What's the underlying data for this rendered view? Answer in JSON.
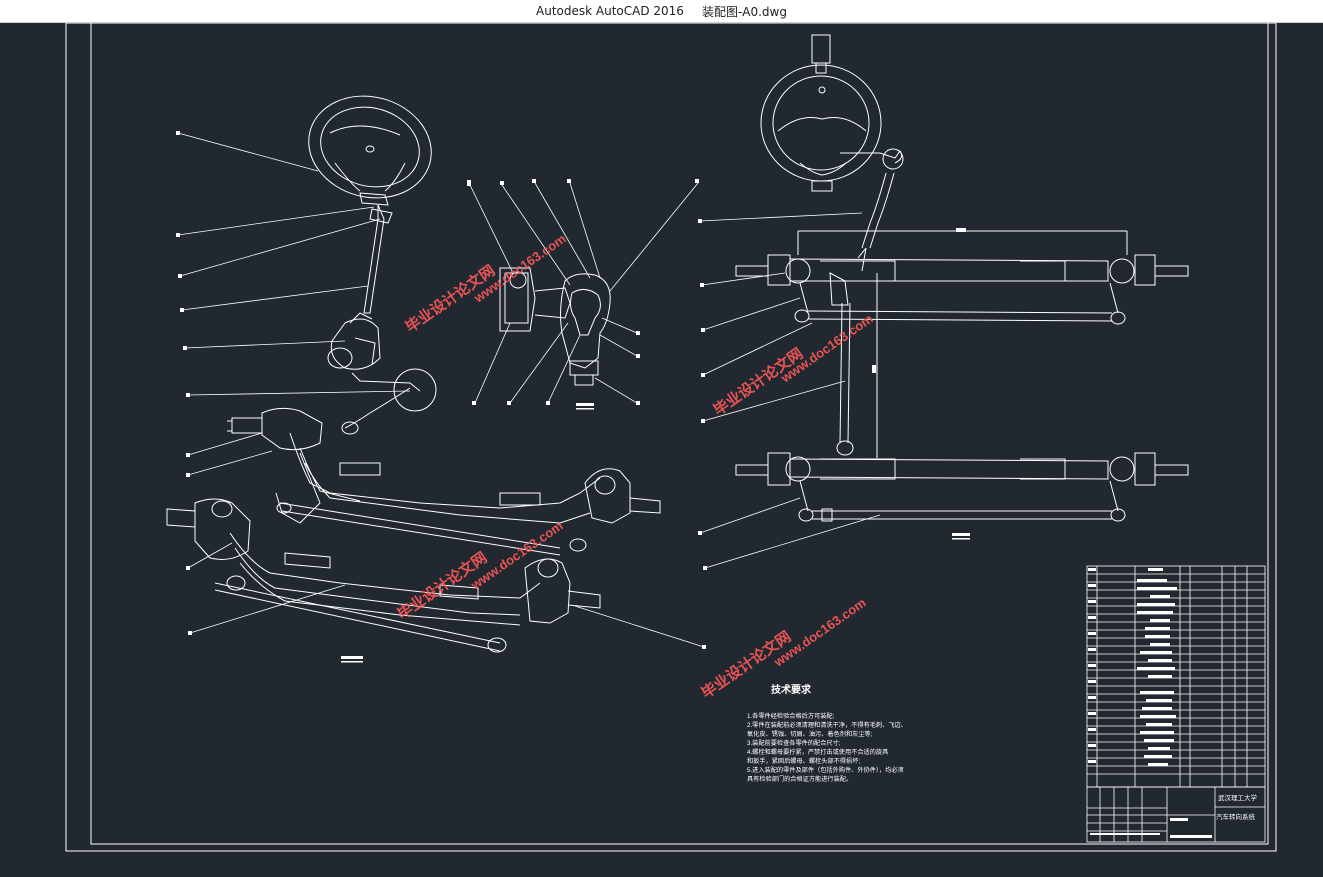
{
  "window": {
    "app_name": "Autodesk AutoCAD 2016",
    "file_name": "装配图-A0.dwg"
  },
  "drawing": {
    "tech_requirements": {
      "heading": "技术要求",
      "lines": [
        "1.各零件经检验合格后方可装配;",
        "2.零件在装配前必须清理和清洗干净，不得有毛刺、飞边、",
        "  氧化皮、锈蚀、切屑、油污、着色剂和灰尘等;",
        "3.装配前要检查各零件的配合尺寸;",
        "4.螺栓和螺母要拧紧，严禁打击或使用不合适的旋具",
        "  和扳手，紧固后螺母、螺栓头部不得损坏;",
        "5.进入装配的零件及部件（包括外购件、外协件），均必须",
        "  具有检验部门的合格证方能进行装配。"
      ]
    },
    "title_block": {
      "school": "武汉理工大学",
      "drawing_name": "汽车转向系统"
    },
    "watermarks": [
      {
        "text": "毕业设计论文网"
      },
      {
        "text": "www.doc163.com"
      }
    ]
  },
  "colors": {
    "background": "#212830",
    "lines": "#ffffff",
    "watermark": "#ff5a5a"
  }
}
